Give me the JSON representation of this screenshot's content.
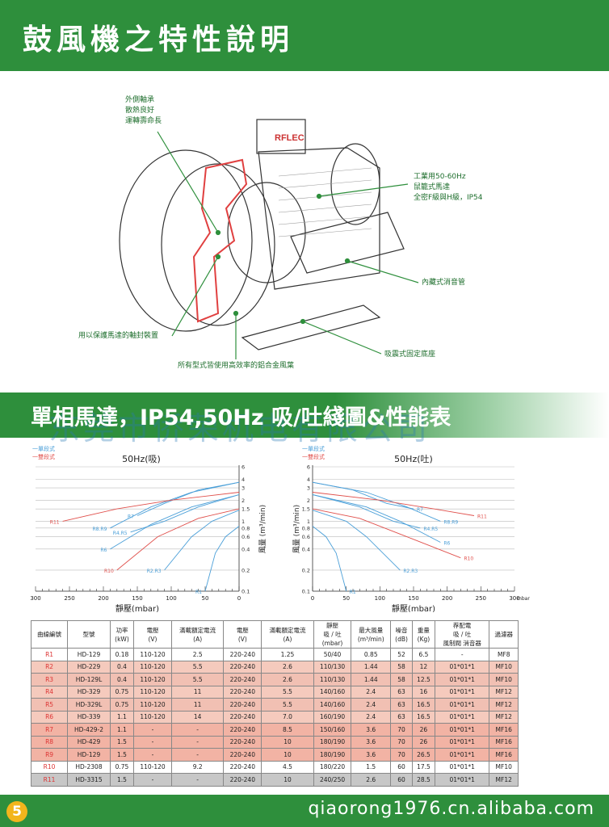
{
  "header": {
    "title": "鼓風機之特性說明"
  },
  "illustration": {
    "brand": "RFLEC",
    "callouts": {
      "bearing": [
        "外側軸承",
        "散熱良好",
        "運轉壽命長"
      ],
      "motor": [
        "工業用50-60Hz",
        "鼠籠式馬達",
        "全密F級與H級，IP54"
      ],
      "muffler": "內藏式消音管",
      "seal": "用以保護馬達的軸封裝置",
      "base": "吸震式固定底座",
      "impeller": "所有型式皆使用高效率的鋁合金風葉"
    }
  },
  "section": {
    "title": "單相馬達，IP54,50Hz 吸/吐綫圖&性能表",
    "watermark": "东莞市侨荣机电有限公司"
  },
  "legend": {
    "single": "一單段式",
    "double": "一雙段式"
  },
  "colors": {
    "single": "#4a9fd8",
    "double": "#e0504c",
    "green": "#2e8f3c",
    "pink": "#f5cabd",
    "gray": "#c7c7c7"
  },
  "chart_data": [
    {
      "type": "line",
      "title": "50Hz(吸)",
      "xlabel": "靜壓(mbar)",
      "ylabel": "風量 (m³/min)",
      "x_ticks": [
        "300",
        "250",
        "200",
        "150",
        "100",
        "50",
        "0"
      ],
      "y_ticks": [
        "6",
        "4",
        "3",
        "2",
        "1.5",
        "1",
        "0.8",
        "0.6",
        "0.4",
        "0.2",
        "0.1"
      ],
      "series": [
        {
          "name": "R1",
          "stage": "single",
          "x": [
            0,
            20,
            35,
            50
          ],
          "y": [
            0.85,
            0.6,
            0.35,
            0.1
          ]
        },
        {
          "name": "R2.R3",
          "stage": "single",
          "x": [
            0,
            40,
            70,
            110
          ],
          "y": [
            1.44,
            1.0,
            0.6,
            0.2
          ]
        },
        {
          "name": "R4.R5",
          "stage": "single",
          "x": [
            0,
            60,
            110,
            160
          ],
          "y": [
            2.4,
            1.6,
            1.0,
            0.7
          ]
        },
        {
          "name": "R6",
          "stage": "single",
          "x": [
            0,
            70,
            130,
            190
          ],
          "y": [
            2.4,
            1.6,
            0.9,
            0.4
          ]
        },
        {
          "name": "R8.R9",
          "stage": "single",
          "x": [
            0,
            70,
            130,
            190
          ],
          "y": [
            3.6,
            2.6,
            1.6,
            0.8
          ]
        },
        {
          "name": "R7",
          "stage": "single",
          "x": [
            0,
            60,
            110,
            150
          ],
          "y": [
            3.6,
            2.8,
            1.8,
            1.2
          ]
        },
        {
          "name": "R10",
          "stage": "double",
          "x": [
            0,
            60,
            120,
            180
          ],
          "y": [
            1.5,
            1.1,
            0.6,
            0.2
          ]
        },
        {
          "name": "R11",
          "stage": "double",
          "x": [
            0,
            100,
            180,
            260
          ],
          "y": [
            2.6,
            2.0,
            1.5,
            1.0
          ]
        }
      ]
    },
    {
      "type": "line",
      "title": "50Hz(吐)",
      "xlabel": "靜壓(mbar)",
      "ylabel": "風量 (m³/min)",
      "x_ticks": [
        "0",
        "50",
        "100",
        "150",
        "200",
        "250",
        "300",
        "mbar"
      ],
      "y_ticks": [
        "6",
        "4",
        "3",
        "2",
        "1.5",
        "1",
        "0.8",
        "0.6",
        "0.4",
        "0.2",
        "0.1"
      ],
      "series": [
        {
          "name": "R1",
          "stage": "single",
          "x": [
            0,
            20,
            35,
            50
          ],
          "y": [
            0.85,
            0.6,
            0.35,
            0.1
          ]
        },
        {
          "name": "R2.R3",
          "stage": "single",
          "x": [
            0,
            50,
            80,
            130
          ],
          "y": [
            1.44,
            1.0,
            0.6,
            0.2
          ]
        },
        {
          "name": "R4.R5",
          "stage": "single",
          "x": [
            0,
            70,
            120,
            160
          ],
          "y": [
            2.4,
            1.6,
            1.0,
            0.8
          ]
        },
        {
          "name": "R6",
          "stage": "single",
          "x": [
            0,
            80,
            130,
            190
          ],
          "y": [
            2.4,
            1.6,
            1.0,
            0.5
          ]
        },
        {
          "name": "R8.R9",
          "stage": "single",
          "x": [
            0,
            80,
            140,
            190
          ],
          "y": [
            3.6,
            2.6,
            1.6,
            1.0
          ]
        },
        {
          "name": "R7",
          "stage": "single",
          "x": [
            0,
            60,
            110,
            150
          ],
          "y": [
            3.6,
            2.8,
            1.8,
            1.5
          ]
        },
        {
          "name": "R10",
          "stage": "double",
          "x": [
            0,
            70,
            140,
            220
          ],
          "y": [
            1.5,
            1.1,
            0.6,
            0.3
          ]
        },
        {
          "name": "R11",
          "stage": "double",
          "x": [
            0,
            100,
            180,
            240
          ],
          "y": [
            2.6,
            2.0,
            1.5,
            1.2
          ]
        }
      ]
    }
  ],
  "table": {
    "headers": [
      "曲線編號",
      "型號",
      "功率\n(kW)",
      "電壓\n(V)",
      "滿載額定電流\n(A)",
      "電壓\n(V)",
      "滿載額定電流\n(A)",
      "靜壓\n吸 / 吐\n(mbar)",
      "最大風量\n(m³/min)",
      "噪音\n(dB)",
      "重量\n(Kg)",
      "荐配電\n吸 / 吐\n風制閥  消音器",
      "過濾器"
    ],
    "rows": [
      [
        "R1",
        "HD-129",
        "0.18",
        "110-120",
        "2.5",
        "220-240",
        "1.25",
        "50/40",
        "0.85",
        "52",
        "6.5",
        "-",
        "MF8"
      ],
      [
        "R2",
        "HD-229",
        "0.4",
        "110-120",
        "5.5",
        "220-240",
        "2.6",
        "110/130",
        "1.44",
        "58",
        "12",
        "01*01*1",
        "MF10"
      ],
      [
        "R3",
        "HD-129L",
        "0.4",
        "110-120",
        "5.5",
        "220-240",
        "2.6",
        "110/130",
        "1.44",
        "58",
        "12.5",
        "01*01*1",
        "MF10"
      ],
      [
        "R4",
        "HD-329",
        "0.75",
        "110-120",
        "11",
        "220-240",
        "5.5",
        "140/160",
        "2.4",
        "63",
        "16",
        "01*01*1",
        "MF12"
      ],
      [
        "R5",
        "HD-329L",
        "0.75",
        "110-120",
        "11",
        "220-240",
        "5.5",
        "140/160",
        "2.4",
        "63",
        "16.5",
        "01*01*1",
        "MF12"
      ],
      [
        "R6",
        "HD-339",
        "1.1",
        "110-120",
        "14",
        "220-240",
        "7.0",
        "160/190",
        "2.4",
        "63",
        "16.5",
        "01*01*1",
        "MF12"
      ],
      [
        "R7",
        "HD-429-2",
        "1.1",
        "-",
        "-",
        "220-240",
        "8.5",
        "150/160",
        "3.6",
        "70",
        "26",
        "01*01*1",
        "MF16"
      ],
      [
        "R8",
        "HD-429",
        "1.5",
        "-",
        "-",
        "220-240",
        "10",
        "180/190",
        "3.6",
        "70",
        "26",
        "01*01*1",
        "MF16"
      ],
      [
        "R9",
        "HD-129",
        "1.5",
        "-",
        "-",
        "220-240",
        "10",
        "180/190",
        "3.6",
        "70",
        "26.5",
        "01*01*1",
        "MF16"
      ],
      [
        "R10",
        "HD-2308",
        "0.75",
        "110-120",
        "9.2",
        "220-240",
        "4.5",
        "180/220",
        "1.5",
        "60",
        "17.5",
        "01*01*1",
        "MF10"
      ],
      [
        "R11",
        "HD-3315",
        "1.5",
        "-",
        "-",
        "220-240",
        "10",
        "240/250",
        "2.6",
        "60",
        "28.5",
        "01*01*1",
        "MF12"
      ]
    ]
  },
  "footer": {
    "page_number": "5",
    "url": "qiaorong1976.cn.alibaba.com"
  }
}
